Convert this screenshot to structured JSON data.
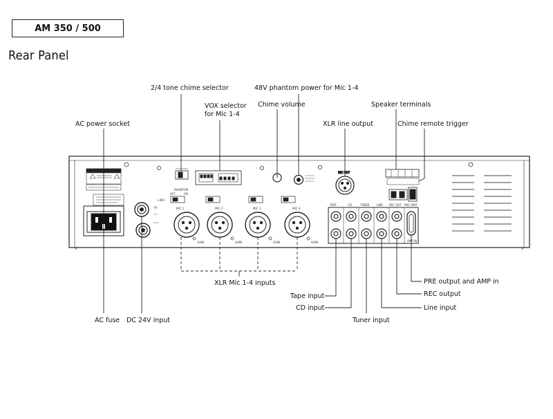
{
  "header": {
    "model": "AM 350 / 500",
    "section_title": "Rear Panel"
  },
  "callouts": {
    "tone_selector": "2/4 tone chime selector",
    "phantom_power": "48V phantom power for Mic 1-4",
    "vox_selector_line1": "VOX selector",
    "vox_selector_line2": "for Mic 1-4",
    "chime_volume": "Chime volume",
    "speaker_terminals": "Speaker terminals",
    "xlr_line_output": "XLR line output",
    "chime_remote_trigger": "Chime remote trigger",
    "ac_power_socket": "AC power socket",
    "xlr_mic_inputs": "XLR Mic 1-4 inputs",
    "pre_amp": "PRE output and AMP in",
    "tape_input": "Tape input",
    "rec_output": "REC output",
    "cd_input": "CD input",
    "line_input": "Line input",
    "tuner_input": "Tuner input",
    "ac_fuse": "AC fuse",
    "dc_input": "DC 24V input"
  },
  "panel_labels": {
    "mic1": "MIC 1",
    "mic2": "MIC 2",
    "mic3": "MIC 3",
    "mic4": "MIC 4",
    "gain": "GAIN",
    "phantom": "PHANTOM",
    "off": "OFF",
    "on": "ON",
    "plus48v": "+48V",
    "mic_out": "MIC OUT",
    "tape": "TAPE",
    "cd": "CD",
    "tuner": "TUNER",
    "line": "LINE",
    "rec_out": "REC OUT",
    "pre_unit": "PRE UNIT",
    "amp_in": "AMP IN"
  }
}
